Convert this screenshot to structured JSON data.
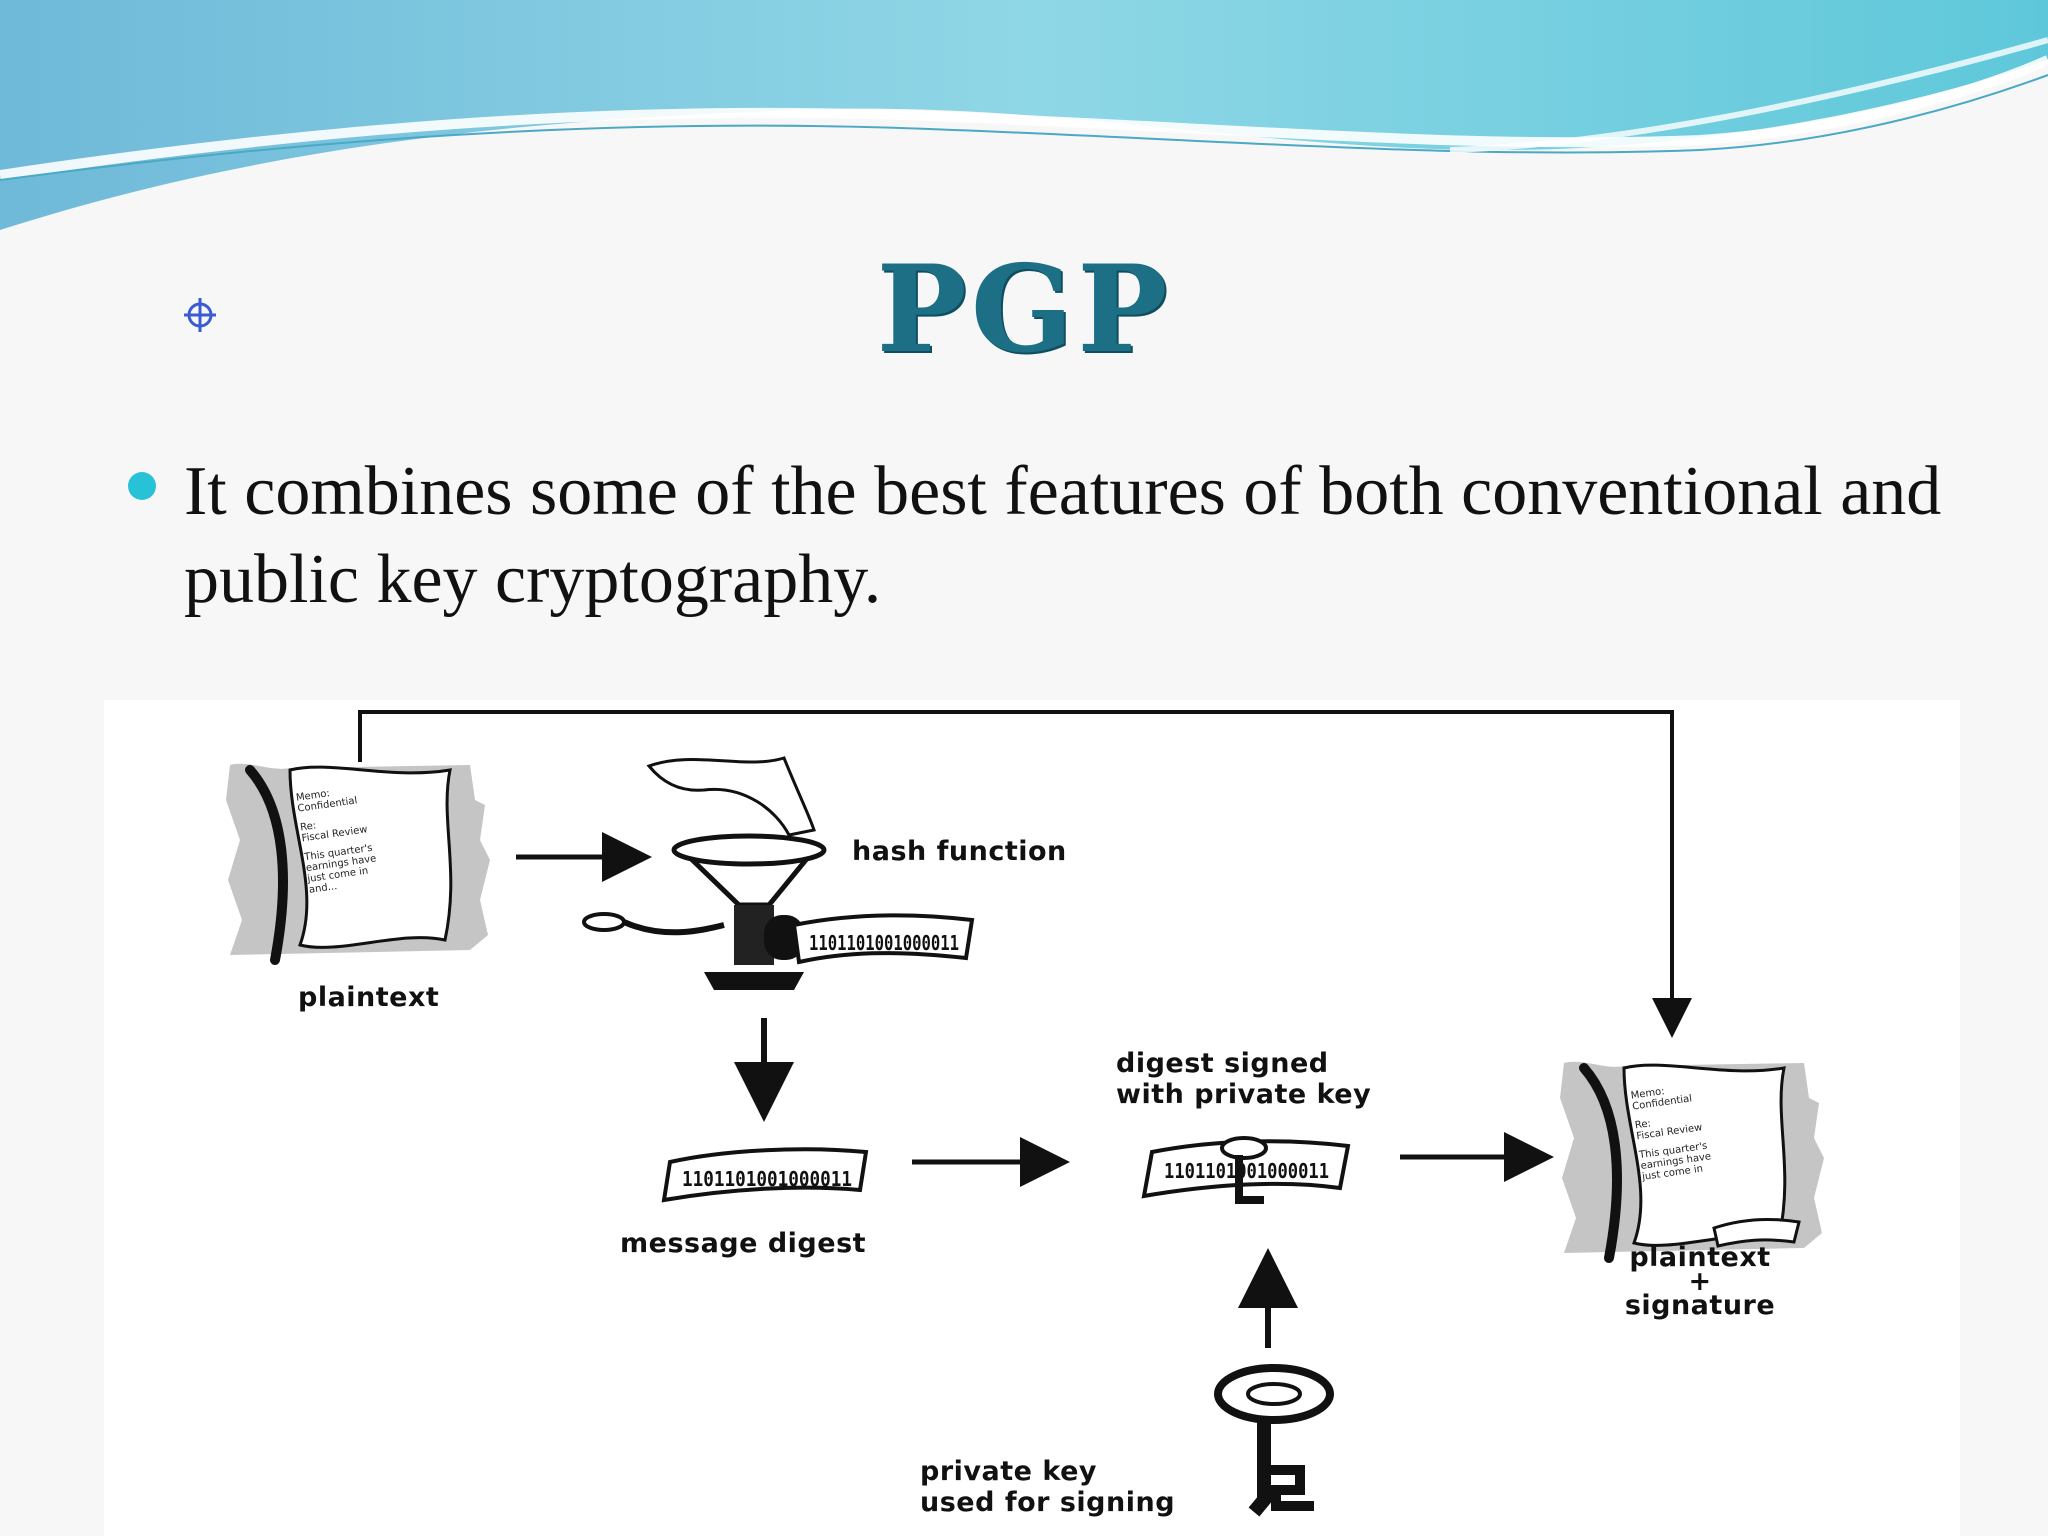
{
  "slide": {
    "title": "PGP",
    "bullet": "It combines some of the best features of both conventional and public key cryptography."
  },
  "diagram": {
    "labels": {
      "plaintext": "plaintext",
      "hash_function": "hash function",
      "message_digest": "message digest",
      "digest_signed": [
        "digest signed",
        "with private key"
      ],
      "plaintext_signature": [
        "plaintext",
        "+",
        "signature"
      ],
      "private_key": [
        "private key",
        "used for signing"
      ]
    },
    "doc_text": [
      "Memo:",
      "Confidential",
      "Re:",
      "Fiscal Review",
      "This quarter's",
      "earnings have",
      "just come in",
      "and..."
    ],
    "digest_bits": "1101101001000011"
  },
  "colors": {
    "title": "#1d6f86",
    "bullet": "#27c2d6",
    "wave_dark": "#5ab8d6",
    "wave_light": "#9adfe8"
  }
}
